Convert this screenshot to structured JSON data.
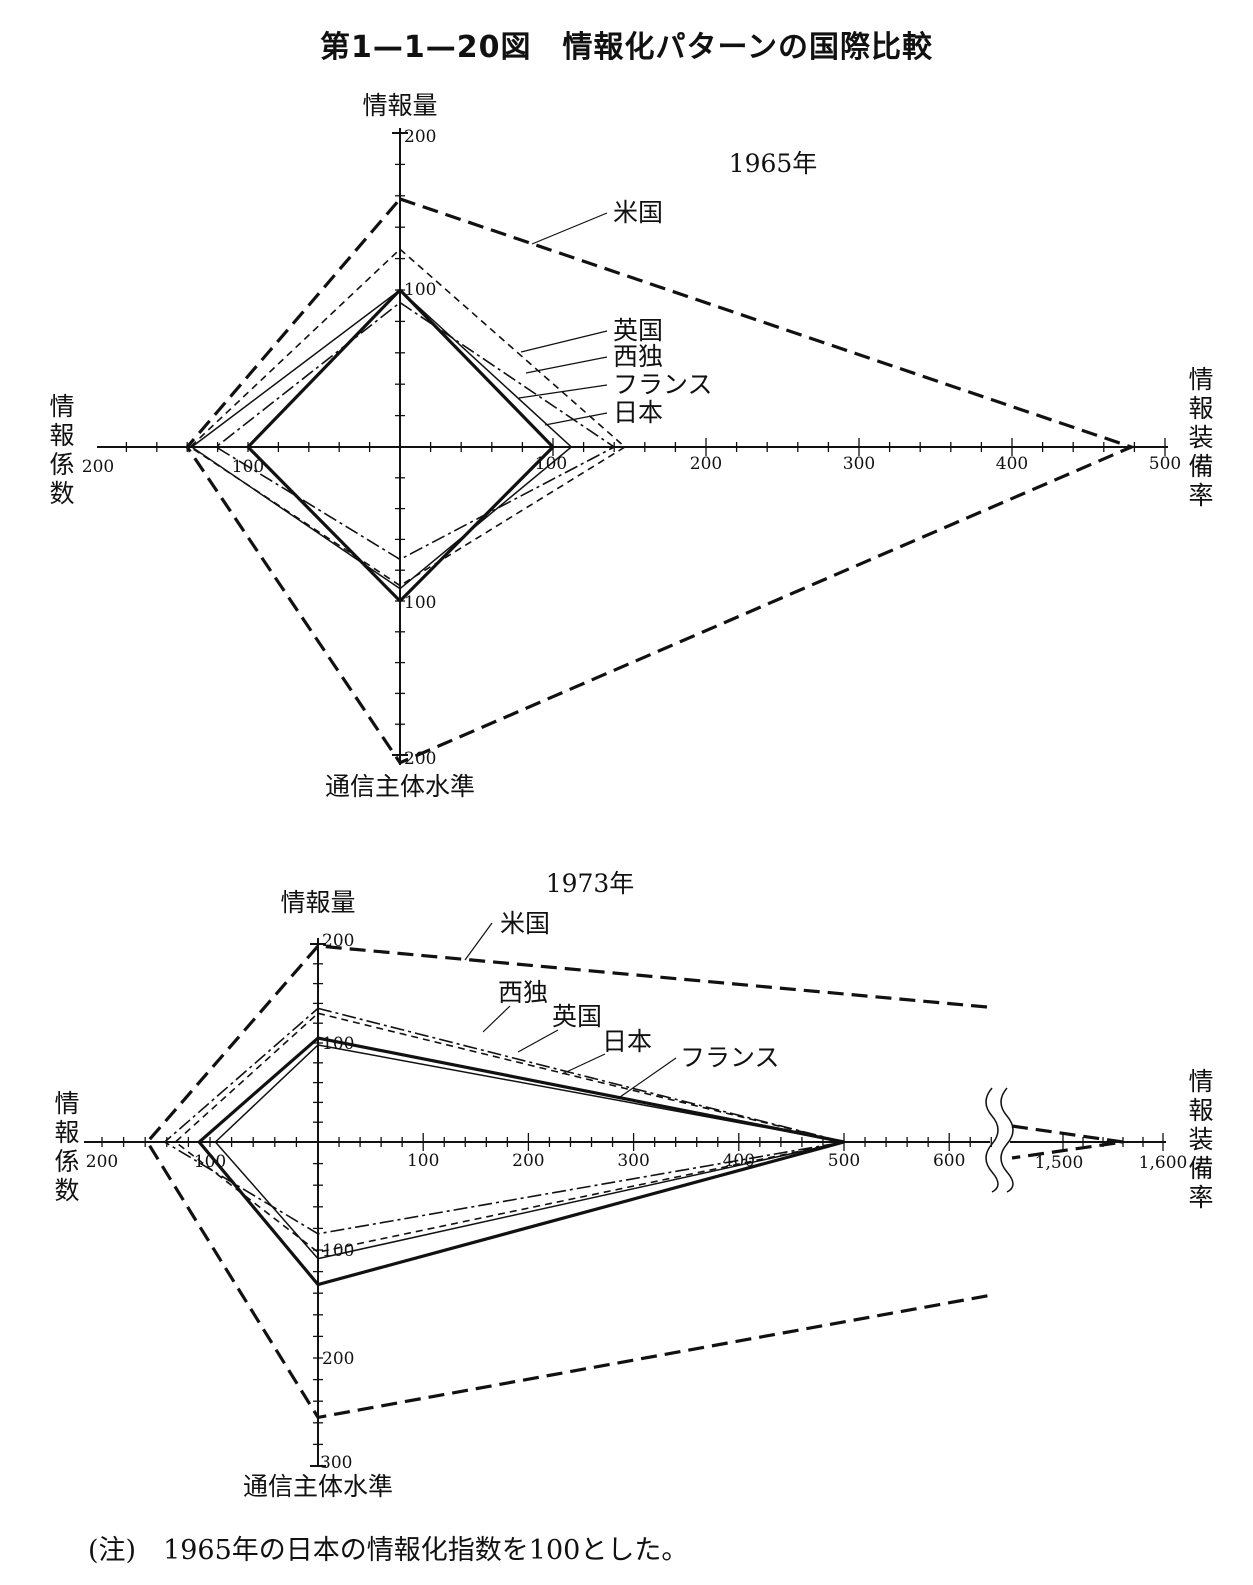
{
  "figure_title": "第1—1—20図　情報化パターンの国際比較",
  "note": "(注)　1965年の日本の情報化指数を100とした。",
  "axis_names": {
    "top": "情報量",
    "right": "情報装備率",
    "left": "情報係数",
    "bottom": "通信主体水準"
  },
  "chart_data": [
    {
      "type": "radar",
      "title": "1965年",
      "axes": [
        "情報量",
        "情報装備率",
        "通信主体水準",
        "情報係数"
      ],
      "axis_ticks": {
        "情報量": [
          "100",
          "200"
        ],
        "情報装備率": [
          "100",
          "200",
          "300",
          "400",
          "500"
        ],
        "通信主体水準": [
          "100",
          "200"
        ],
        "情報係数": [
          "100",
          "200"
        ]
      },
      "ranges": {
        "情報量": [
          0,
          200
        ],
        "情報装備率": [
          0,
          500
        ],
        "通信主体水準": [
          0,
          200
        ],
        "情報係数": [
          0,
          200
        ]
      },
      "series": [
        {
          "name": "米国",
          "style": "dashed-bold",
          "values": [
            158,
            478,
            205,
            140
          ]
        },
        {
          "name": "英国",
          "style": "dashed",
          "values": [
            126,
            147,
            90,
            138
          ]
        },
        {
          "name": "西独",
          "style": "dashdot",
          "values": [
            92,
            140,
            73,
            121
          ]
        },
        {
          "name": "フランス",
          "style": "thin",
          "values": [
            100,
            112,
            92,
            137
          ]
        },
        {
          "name": "日本",
          "style": "bold",
          "values": [
            100,
            100,
            100,
            100
          ]
        }
      ]
    },
    {
      "type": "radar",
      "title": "1973年",
      "axes": [
        "情報量",
        "情報装備率",
        "通信主体水準",
        "情報係数"
      ],
      "axis_ticks": {
        "情報量": [
          "100",
          "200"
        ],
        "情報装備率": [
          "100",
          "200",
          "300",
          "400",
          "500",
          "600",
          "1,500",
          "1,600"
        ],
        "通信主体水準": [
          "100",
          "200",
          "300"
        ],
        "情報係数": [
          "100",
          "200"
        ]
      },
      "ranges": {
        "情報量": [
          0,
          200
        ],
        "情報装備率": [
          0,
          1600
        ],
        "通信主体水準": [
          0,
          300
        ],
        "情報係数": [
          0,
          200
        ]
      },
      "series": [
        {
          "name": "米国",
          "style": "dashed-bold",
          "values": [
            198,
            1560,
            255,
            158
          ]
        },
        {
          "name": "西独",
          "style": "dashdot",
          "values": [
            135,
            500,
            85,
            142
          ]
        },
        {
          "name": "英国",
          "style": "dashed",
          "values": [
            130,
            500,
            102,
            132
          ]
        },
        {
          "name": "日本",
          "style": "bold",
          "values": [
            105,
            500,
            132,
            110
          ]
        },
        {
          "name": "フランス",
          "style": "thin",
          "values": [
            98,
            500,
            108,
            95
          ]
        }
      ]
    }
  ]
}
